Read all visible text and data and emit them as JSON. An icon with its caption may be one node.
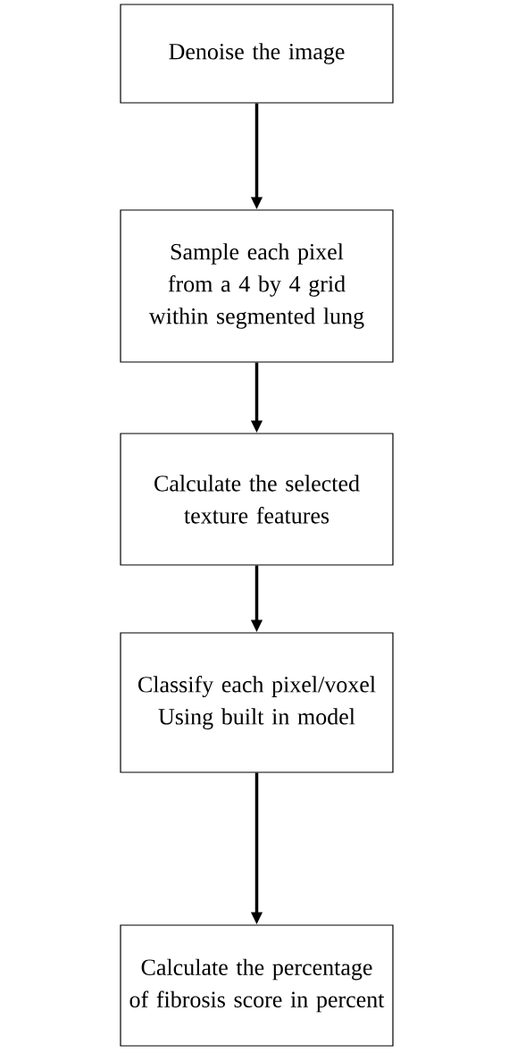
{
  "diagram": {
    "nodes": [
      {
        "text": [
          "Denoise the image"
        ]
      },
      {
        "text": [
          "Sample each pixel from a 4 by 4 grid within segmented lung"
        ]
      },
      {
        "text": [
          "Calculate the selected texture features"
        ]
      },
      {
        "text": [
          "Classify each pixel/voxel Using built in model"
        ]
      },
      {
        "text": [
          "Calculate the percentage of fibrosis score in percent"
        ]
      }
    ],
    "edges": [
      {
        "from": 0,
        "to": 1,
        "arrow": "to"
      },
      {
        "from": 1,
        "to": 2,
        "arrow": "to"
      },
      {
        "from": 2,
        "to": 3,
        "arrow": "to"
      },
      {
        "from": 3,
        "to": 4,
        "arrow": "to"
      }
    ]
  }
}
